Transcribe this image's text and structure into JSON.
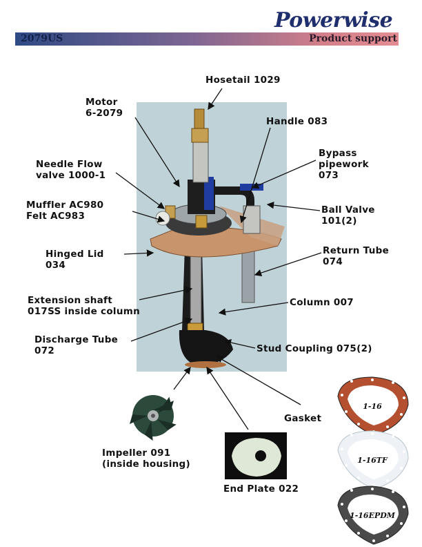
{
  "header": {
    "brand": "Powerwise",
    "code": "2079US",
    "section": "Product support"
  },
  "labels": {
    "hosetail": "Hosetail 1029",
    "motor": "Motor\n6-2079",
    "handle": "Handle 083",
    "bypass": "Bypass\npipework\n073",
    "needle": "Needle Flow\nvalve 1000-1",
    "muffler": "Muffler AC980\nFelt AC983",
    "ball_valve": "Ball Valve\n101(2)",
    "hinged_lid": "Hinged Lid\n034",
    "return_tube": "Return Tube\n074",
    "extension": "Extension shaft\n017SS inside column",
    "column": "Column 007",
    "discharge": "Discharge Tube\n072",
    "stud": "Stud Coupling 075(2)",
    "gasket": "Gasket",
    "impeller": "Impeller 091\n(inside housing)",
    "end_plate": "End Plate 022"
  },
  "gaskets": [
    {
      "label": "1-16",
      "color": "#b4502f"
    },
    {
      "label": "1-16TF",
      "color": "#eef2f6"
    },
    {
      "label": "1-16EPDM",
      "color": "#4a4a4a"
    }
  ]
}
